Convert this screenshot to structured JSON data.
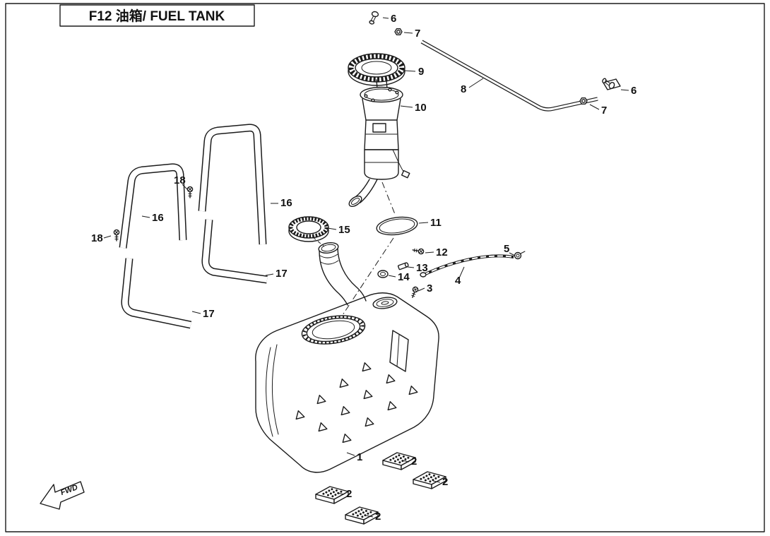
{
  "title": "F12 油箱/ FUEL TANK",
  "fwd": "FWD",
  "callouts": [
    {
      "part": "screw-bolt-top",
      "label": "6"
    },
    {
      "part": "nut-top",
      "label": "7"
    },
    {
      "part": "pump-lock-ring",
      "label": "9"
    },
    {
      "part": "fuel-pump-assembly",
      "label": "10"
    },
    {
      "part": "fuel-pipe",
      "label": "8"
    },
    {
      "part": "screw-bolt-right",
      "label": "6"
    },
    {
      "part": "nut-right",
      "label": "7"
    },
    {
      "part": "o-ring-seal",
      "label": "11"
    },
    {
      "part": "screw",
      "label": "12"
    },
    {
      "part": "joint-fitting",
      "label": "13"
    },
    {
      "part": "grommet",
      "label": "14"
    },
    {
      "part": "screw-tank-top",
      "label": "3"
    },
    {
      "part": "fuel-hose",
      "label": "4"
    },
    {
      "part": "hose-clip",
      "label": "5"
    },
    {
      "part": "fuel-cap",
      "label": "15"
    },
    {
      "part": "tank-strap-upper-left",
      "label": "16"
    },
    {
      "part": "tank-strap-upper-right",
      "label": "16"
    },
    {
      "part": "tank-strap-lower-right",
      "label": "17"
    },
    {
      "part": "tank-strap-lower-left",
      "label": "17"
    },
    {
      "part": "strap-screw-upper",
      "label": "18"
    },
    {
      "part": "strap-screw-lower",
      "label": "18"
    },
    {
      "part": "fuel-tank",
      "label": "1"
    },
    {
      "part": "rubber-pad",
      "label": "2"
    },
    {
      "part": "rubber-pad",
      "label": "2"
    },
    {
      "part": "rubber-pad",
      "label": "2"
    },
    {
      "part": "rubber-pad",
      "label": "2"
    }
  ]
}
